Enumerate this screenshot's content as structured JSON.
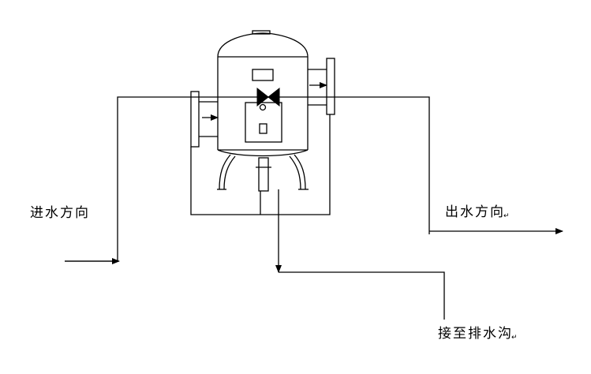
{
  "labels": {
    "inlet": "进水方向",
    "outlet": "出水方向",
    "drain": "接至排水沟",
    "return_mark": "↵"
  },
  "colors": {
    "line": "#000000",
    "background": "#ffffff"
  },
  "icons": {
    "valve": "bowtie-valve-icon",
    "flow_arrow": "arrow-head-icon"
  }
}
